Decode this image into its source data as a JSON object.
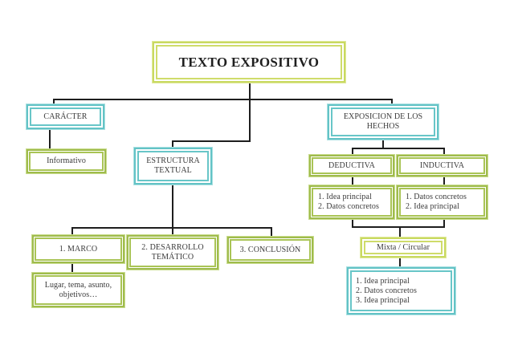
{
  "diagram": {
    "title": "TEXTO EXPOSITIVO",
    "colors": {
      "title_border": "#c9d960",
      "category_border": "#63c3c6",
      "detail_border": "#9fbb4c",
      "connector": "#1e1e1e"
    },
    "branches": {
      "caracter": {
        "label": "CARÁCTER",
        "child": "Informativo"
      },
      "estructura": {
        "label_line1": "ESTRUCTURA",
        "label_line2": "TEXTUAL",
        "parts": [
          {
            "label": "1. MARCO",
            "detail_line1": "Lugar, tema, asunto,",
            "detail_line2": "objetivos…"
          },
          {
            "label_line1": "2. DESARROLLO",
            "label_line2": "TEMÁTICO"
          },
          {
            "label": "3. CONCLUSIÓN"
          }
        ]
      },
      "exposicion": {
        "label_line1": "EXPOSICION DE LOS",
        "label_line2": "HECHOS",
        "deductiva": {
          "label": "DEDUCTIVA",
          "items": [
            "1. Idea principal",
            "2. Datos concretos"
          ]
        },
        "inductiva": {
          "label": "INDUCTIVA",
          "items": [
            "1. Datos concretos",
            "2. Idea principal"
          ]
        },
        "mixta": {
          "label": "Mixta / Circular",
          "items": [
            "1. Idea principal",
            "2. Datos concretos",
            "3. Idea principal"
          ]
        }
      }
    }
  }
}
